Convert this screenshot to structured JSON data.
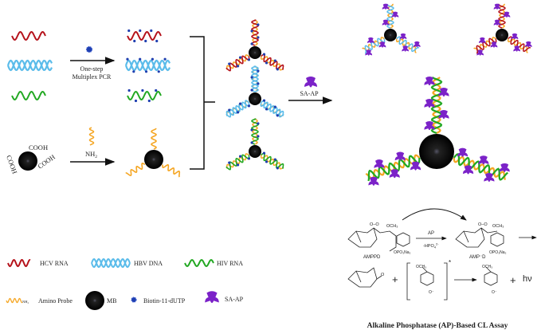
{
  "colors": {
    "hcv": "#b5121b",
    "hbv": "#5bbcea",
    "hiv": "#22a822",
    "probe": "#f5a623",
    "bead": "#111111",
    "biotin": "#1f3fb0",
    "saap": "#7b22c8"
  },
  "icons": [
    "bead-icon",
    "biotin-icon",
    "sa-ap-icon",
    "dna-wave-icon"
  ],
  "pcr": {
    "line1": "One-step",
    "line2": "Multiplex PCR"
  },
  "coupling": {
    "cooh": "COOH",
    "nh2": "NH",
    "nh2_sub": "2"
  },
  "binding": {
    "label": "SA-AP"
  },
  "chemistry": {
    "ap": "AP",
    "hpo4": "-HPO",
    "hpo4_sub": "4",
    "hpo4_sup": "2-",
    "ampppd": "AMPPD",
    "amppd_opo": "OPO₃Na₂",
    "ampd": "AMP⁻D",
    "ampd_opo": "OPO₃Na₂",
    "och3": "OCH₃",
    "o_minus": "O⁻",
    "star": "*",
    "plus": "+",
    "hv": "hν",
    "o": "O",
    "oo": "O–O",
    "title": "Alkaline  Phosphatase  (AP)-Based  CL  Assay"
  },
  "legend": [
    {
      "label": "HCV  RNA"
    },
    {
      "label": "HBV DNA"
    },
    {
      "label": "HIV RNA"
    },
    {
      "label": "Amino Probe",
      "prefix": "NH₂"
    },
    {
      "label": "MB"
    },
    {
      "label": "Biotin-11-dUTP"
    },
    {
      "label": "SA-AP"
    }
  ]
}
